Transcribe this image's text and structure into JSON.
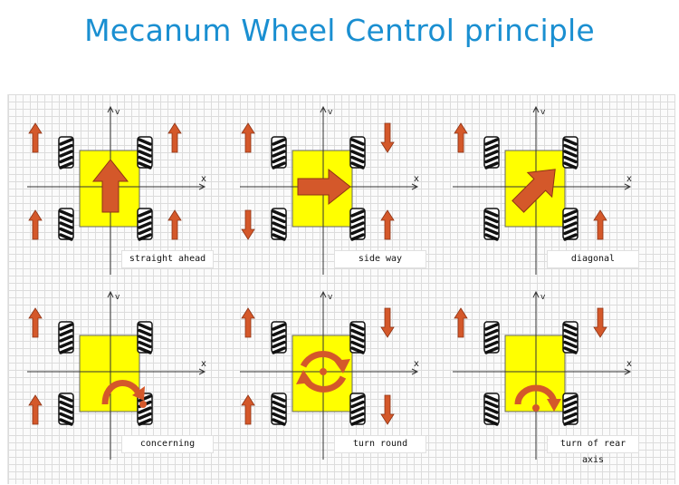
{
  "title": "Mecanum Wheel Centrol principle",
  "axis": {
    "x": "x",
    "y": "v"
  },
  "panels": [
    {
      "caption": "straight ahead",
      "wheel_arrows": [
        "up",
        "up",
        "up",
        "up"
      ],
      "center": "arrow-up"
    },
    {
      "caption": "side way",
      "wheel_arrows": [
        "up",
        "down",
        "down",
        "up"
      ],
      "center": "arrow-right"
    },
    {
      "caption": "diagonal",
      "wheel_arrows": [
        "up",
        "none",
        "none",
        "up"
      ],
      "center": "arrow-diagonal"
    },
    {
      "caption": "concerning",
      "wheel_arrows": [
        "up",
        "none",
        "up",
        "none"
      ],
      "center": "curve-rear-right"
    },
    {
      "caption": "turn round",
      "wheel_arrows": [
        "up",
        "down",
        "up",
        "down"
      ],
      "center": "rotate"
    },
    {
      "caption": "turn of rear axis",
      "wheel_arrows": [
        "up",
        "down",
        "none",
        "none"
      ],
      "center": "rear-axis"
    }
  ],
  "colors": {
    "title": "#1a8fd1",
    "body": "#ffff00",
    "arrow": "#d4582a",
    "wheel": "#111111"
  }
}
